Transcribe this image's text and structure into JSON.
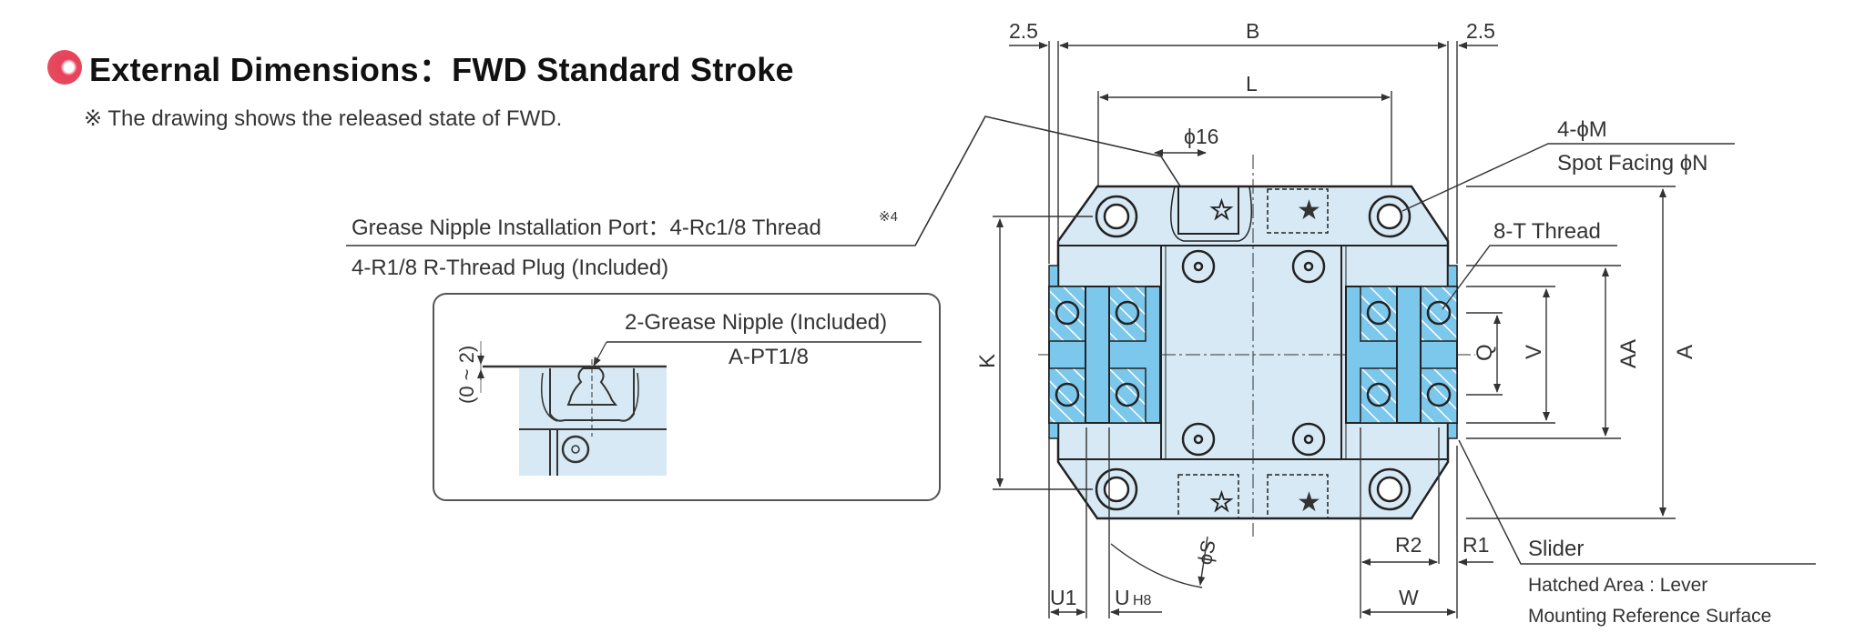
{
  "header": {
    "title": "External Dimensions：FWD Standard Stroke",
    "note": "※ The drawing shows the released state of FWD.",
    "bullet_color": "#e54a5e"
  },
  "colors": {
    "body_fill": "#d7e9f4",
    "slider_fill": "#7cc7ec",
    "line": "#222222"
  },
  "callouts": {
    "grease_port": "Grease Nipple Installation Port：4-Rc1/8 Thread",
    "grease_port_note": "※4",
    "plug": "4-R1/8 R-Thread Plug (Included)",
    "spot_hole": "4-ϕM",
    "spot_facing": "Spot Facing ϕN",
    "thread": "8-T Thread",
    "slider": "Slider",
    "hatched_1": "Hatched Area : Lever",
    "hatched_2": "Mounting Reference Surface"
  },
  "inset": {
    "nipple": "2-Grease Nipple (Included)",
    "nipple_size": "A-PT1/8",
    "gap": "(0 ~ 2)"
  },
  "dimensions": {
    "b": "B",
    "left_margin": "2.5",
    "right_margin": "2.5",
    "l": "L",
    "phi16": "ϕ16",
    "k": "K",
    "a": "A",
    "aa": "AA",
    "v": "V",
    "q": "Q",
    "r1": "R1",
    "r2": "R2",
    "w": "W",
    "u1": "U1",
    "u": "U",
    "u_tol": "H8",
    "phis": "ϕS"
  },
  "symbols": {
    "star_open": "☆",
    "star_filled": "★"
  }
}
